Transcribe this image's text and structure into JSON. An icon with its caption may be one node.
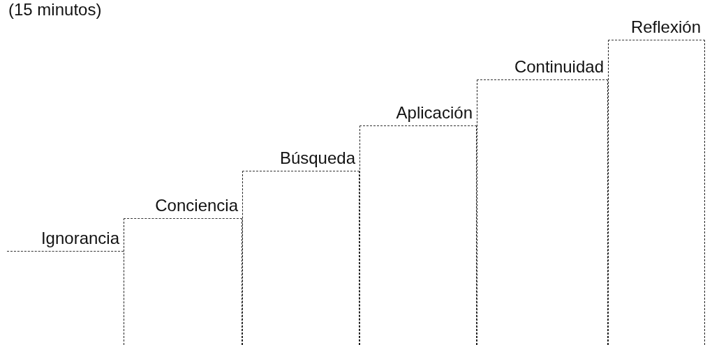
{
  "diagram": {
    "nodes": [
      {
        "text": [
          "Ignorancia"
        ]
      },
      {
        "text": [
          "Conciencia"
        ]
      },
      {
        "text": [
          "Búsqueda"
        ]
      },
      {
        "text": [
          "Aplicación"
        ]
      },
      {
        "text": [
          "Continuidad"
        ]
      },
      {
        "text": [
          "Reflexión"
        ]
      }
    ],
    "labels": [
      "(15 minutos)"
    ]
  }
}
